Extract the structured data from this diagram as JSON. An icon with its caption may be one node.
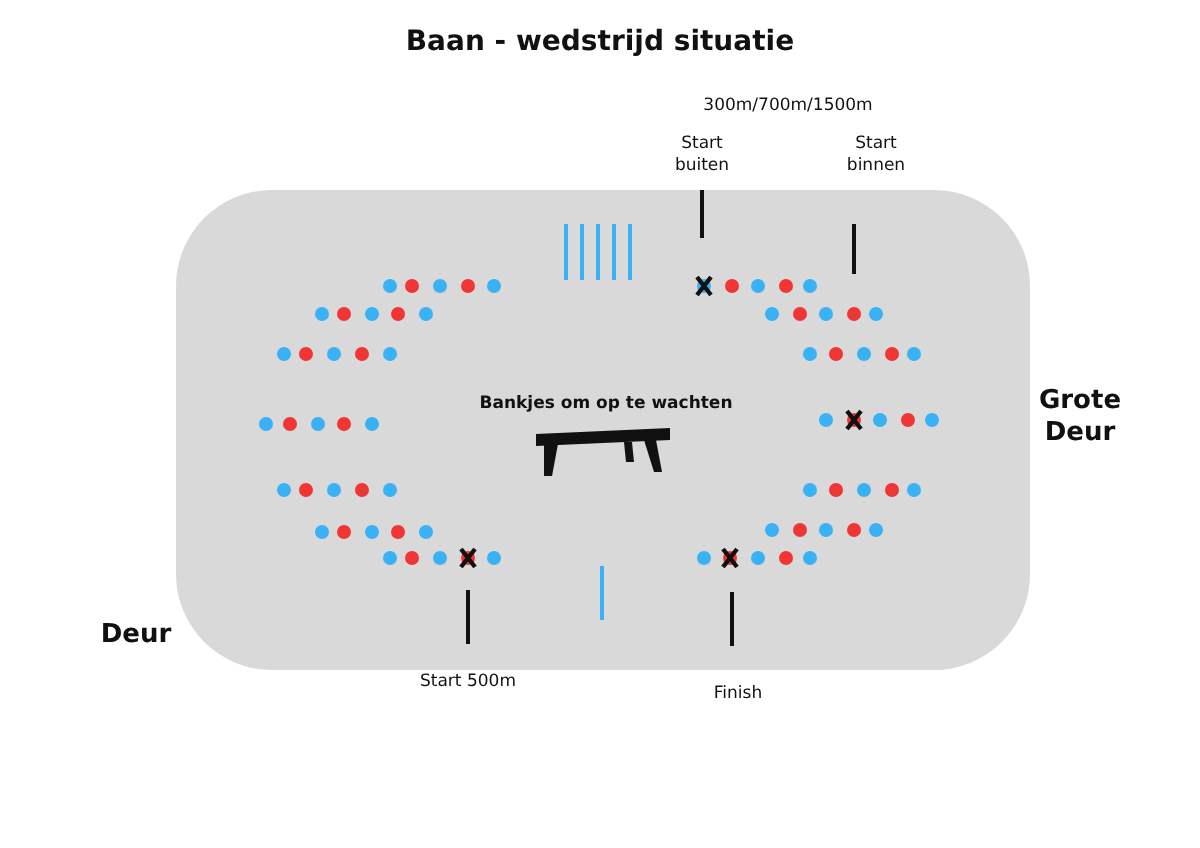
{
  "diagram": {
    "title": "Baan - wedstrijd situatie",
    "labels": [
      "300m/700m/1500m",
      "Start buiten",
      "Start binnen",
      "Bankjes om op te wachten",
      "Grote Deur",
      "Deur",
      "Start 500m",
      "Finish"
    ]
  }
}
